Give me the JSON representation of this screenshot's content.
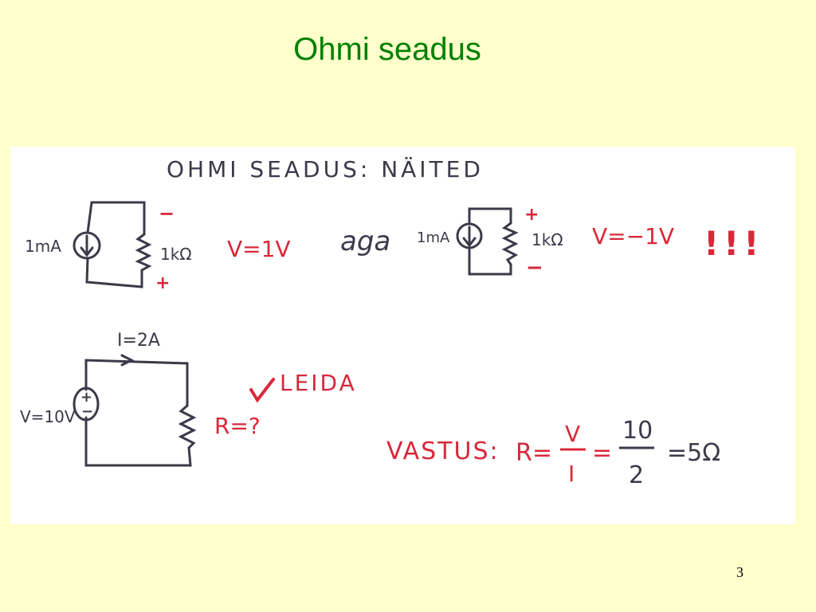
{
  "slide": {
    "title": "Ohmi seadus",
    "page_number": "3"
  },
  "colors": {
    "background": "#ffffcc",
    "title": "#008000",
    "ink_black": "#3a3a4a",
    "ink_red": "#d8283a"
  },
  "scan": {
    "heading": "OHMI SEADUS: NÄITED",
    "example1": {
      "current": "1mA",
      "resistance": "1kΩ",
      "sign_top": "−",
      "sign_bottom": "+",
      "result": "V=1V"
    },
    "connector": "aga",
    "example2": {
      "current": "1mA",
      "resistance": "1kΩ",
      "sign_top": "+",
      "sign_bottom": "−",
      "result": "V=−1V",
      "emphasis": "!!!"
    },
    "example3": {
      "current": "I=2A",
      "voltage": "V=10V",
      "source_plus": "+",
      "source_minus": "−",
      "unknown": "R=?",
      "find_label": "LEIDA",
      "answer_label": "VASTUS:",
      "answer_r": "R=",
      "frac1_num": "V",
      "frac1_den": "I",
      "eq": "=",
      "frac2_num": "10",
      "frac2_den": "2",
      "final": "=5Ω"
    }
  }
}
